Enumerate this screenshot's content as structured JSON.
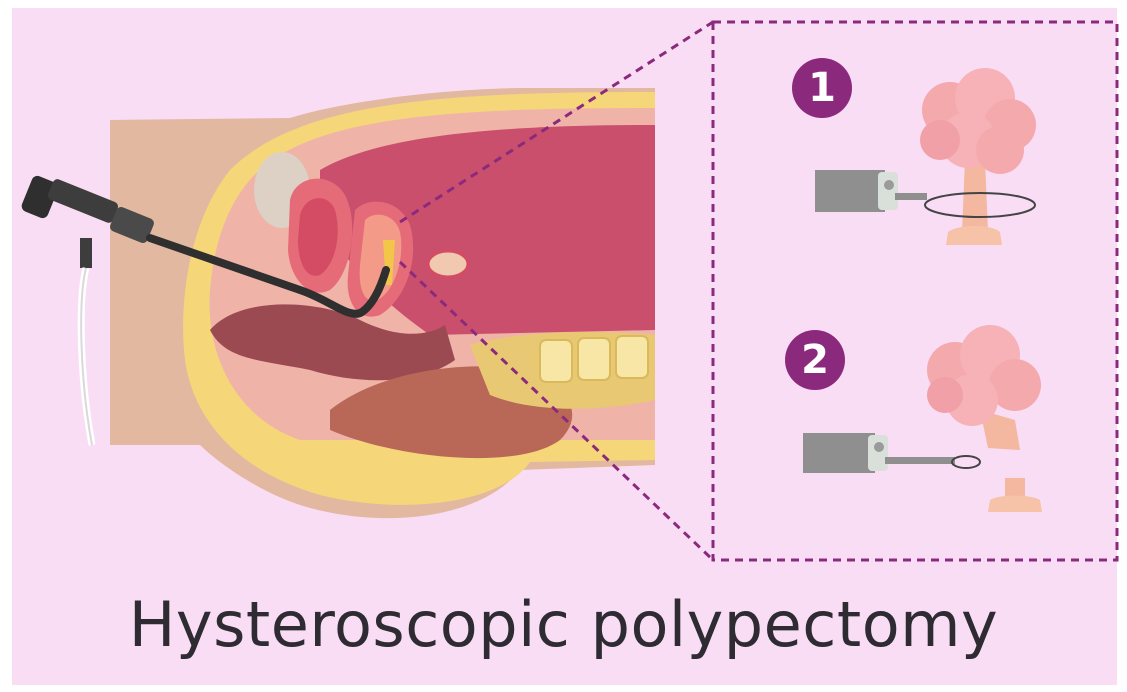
{
  "title": "Hysteroscopic polypectomy",
  "steps": [
    {
      "number": "1"
    },
    {
      "number": "2"
    }
  ],
  "colors": {
    "background": "#f9ddf5",
    "accent": "#8b2a7d",
    "title": "#2e2b33",
    "uterus": "#c94f6d",
    "polyp": "#f4a9ad",
    "skin": "#e2b8a0",
    "instrument": "#8f8f8f"
  },
  "icons": [
    "hysteroscope-icon",
    "uterus-cross-section-icon",
    "polyp-icon",
    "snare-loop-icon"
  ]
}
